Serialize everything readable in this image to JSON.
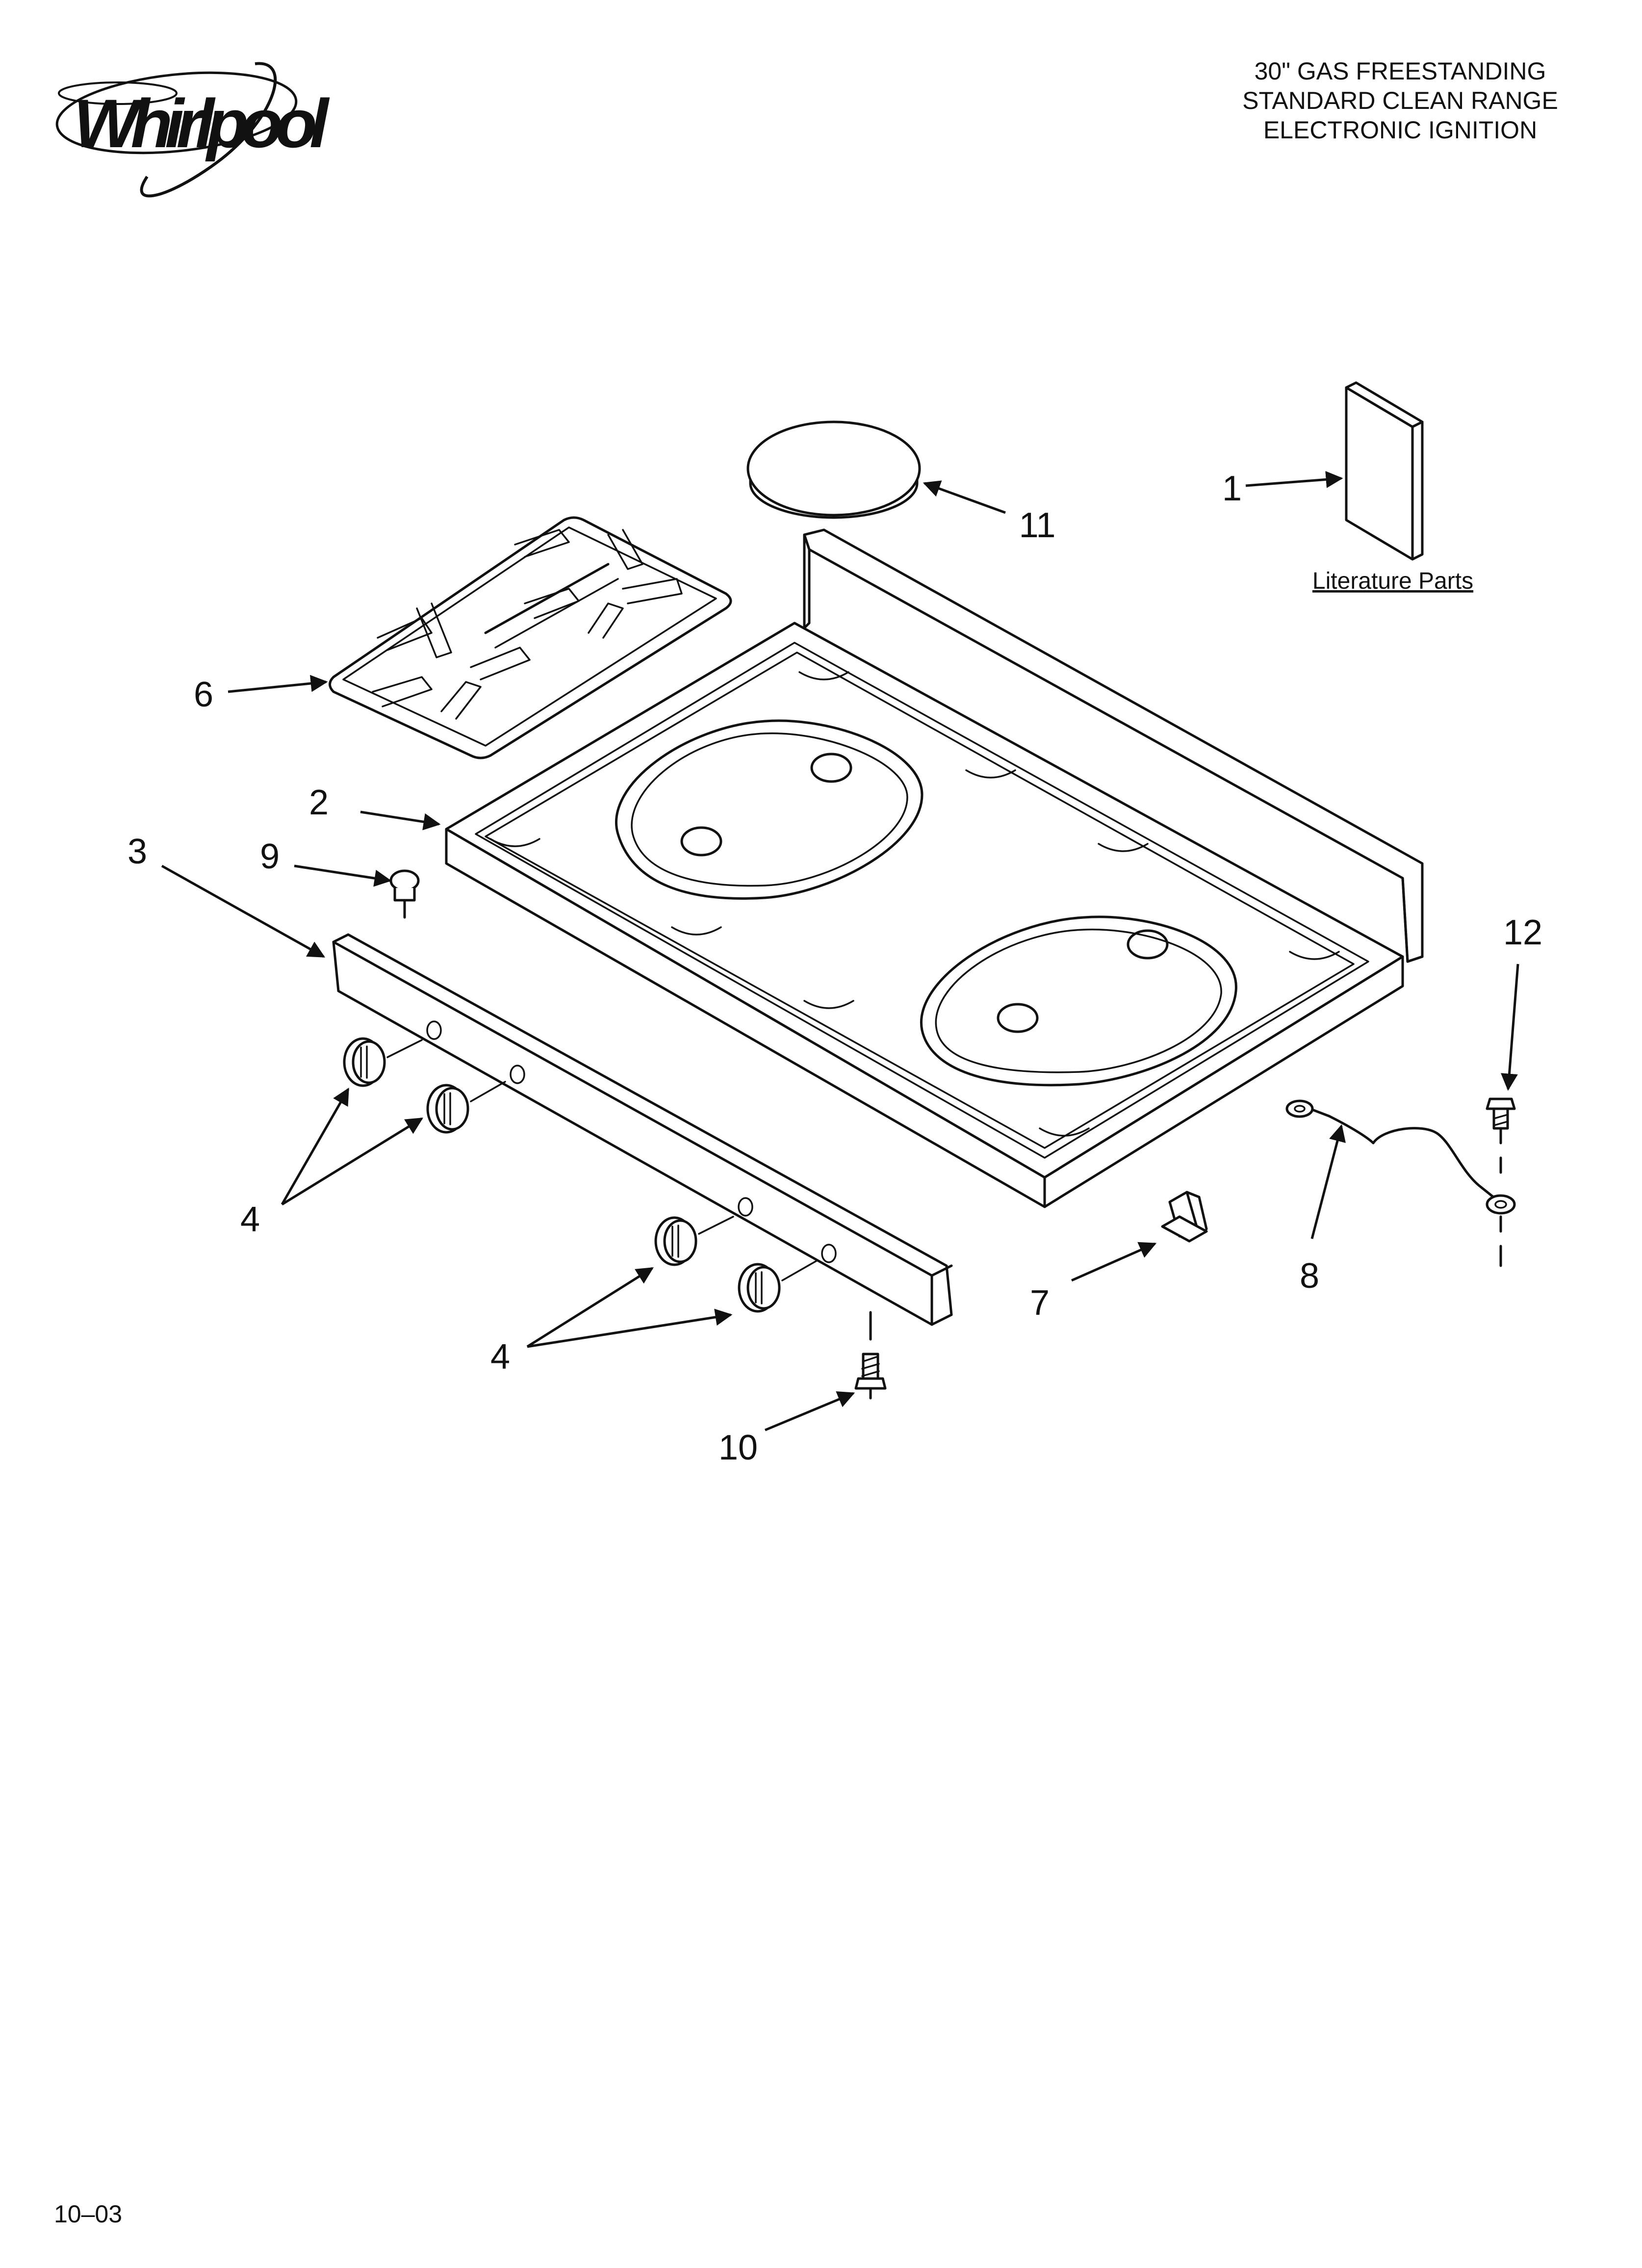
{
  "brand": {
    "logo_text": "Whirlpool"
  },
  "header": {
    "title_lines": [
      "30\" GAS FREESTANDING",
      "STANDARD CLEAN RANGE",
      "ELECTRONIC IGNITION"
    ]
  },
  "literature": {
    "label": "Literature Parts"
  },
  "callouts": {
    "c1": "1",
    "c2": "2",
    "c3": "3",
    "c4a": "4",
    "c4b": "4",
    "c6": "6",
    "c7": "7",
    "c8": "8",
    "c9": "9",
    "c10": "10",
    "c11": "11",
    "c12": "12"
  },
  "footer": {
    "code": "10–03"
  },
  "icons": [
    "whirlpool-logo",
    "grate",
    "cooktop",
    "control-panel",
    "knob",
    "screw",
    "clip",
    "ground-wire",
    "burner-cap",
    "literature-pack",
    "plug-button"
  ]
}
